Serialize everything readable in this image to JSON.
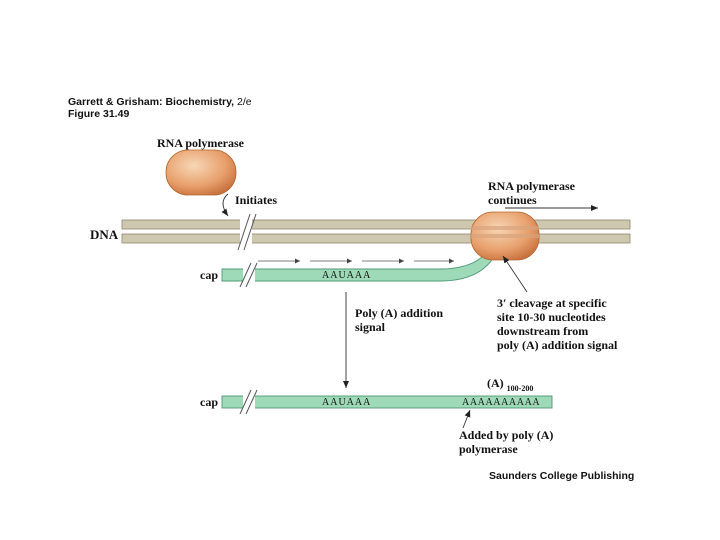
{
  "header": {
    "source_prefix": "Garrett & Grisham: Biochemistry, ",
    "source_edition": "2/e",
    "figure": "Figure 31.49"
  },
  "labels": {
    "rna_polymerase": "RNA polymerase",
    "initiates": "Initiates",
    "polymerase_continues_1": "RNA polymerase",
    "polymerase_continues_2": "continues",
    "dna": "DNA",
    "cap_top": "cap",
    "signal_top": "AAUAAA",
    "poly_a_signal_1": "Poly (A) addition",
    "poly_a_signal_2": "signal",
    "cleavage_1": "3′ cleavage at specific",
    "cleavage_2": "site 10-30 nucleotides",
    "cleavage_3": "downstream from",
    "cleavage_4": "poly (A) addition signal",
    "tail_label": "(A)",
    "tail_subscript": "100-200",
    "cap_bottom": "cap",
    "signal_bottom": "AAUAAA",
    "poly_a_tail": "AAAAAAAAAA",
    "added_by_1": "Added by poly (A)",
    "added_by_2": "polymerase"
  },
  "footer": {
    "publisher": "Saunders College Publishing"
  },
  "colors": {
    "dna_strand": "#cfc8b0",
    "dna_edge": "#8e876c",
    "rna": "#9ed9b8",
    "rna_edge": "#4f9a76",
    "polymerase_light": "#f4c9a0",
    "polymerase_dark": "#c9743f"
  }
}
